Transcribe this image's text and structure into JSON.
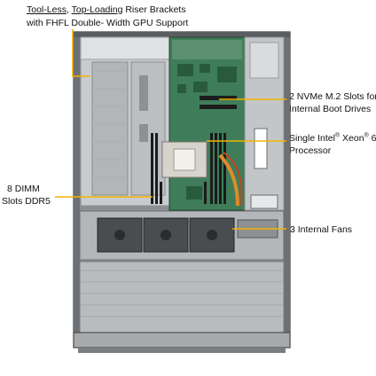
{
  "callouts": {
    "riser": {
      "part1": "Tool-Less",
      "sep1": ", ",
      "part2": "Top-Loading",
      "part3": " Riser  Brackets",
      "line2": "with FHFL Double- Width GPU Support"
    },
    "m2": {
      "line1": "2 NVMe M.2 Slots for",
      "line2": "Internal  Boot Drives"
    },
    "cpu": {
      "pre": "Single Intel",
      "mark1": "®",
      "mid": " Xeon",
      "mark2": "®",
      "post": " 6",
      "line2": "Processor"
    },
    "dimm": {
      "line1": "8 DIMM",
      "line2": "Slots DDR5"
    },
    "fans": {
      "line1": "3 Internal  Fans"
    }
  },
  "colors": {
    "callout_line": "#f2b400",
    "chassis": "#b9bcbf",
    "chassis_dark": "#4a4d50",
    "motherboard": "#3f7d5a",
    "heatsink": "#d6d4cc"
  }
}
